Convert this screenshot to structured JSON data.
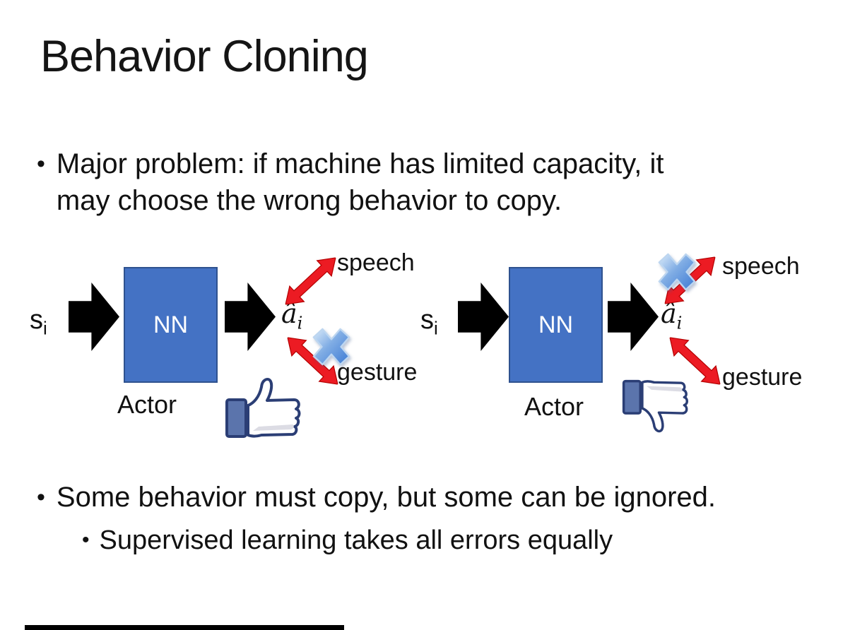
{
  "slide": {
    "title": "Behavior Cloning",
    "bullets": {
      "bullet_char": "•",
      "b1_line1": "Major problem: if machine has limited capacity, it",
      "b1_line2": "may choose the wrong behavior to copy.",
      "b2": "Some behavior must copy, but some can be ignored.",
      "b2_sub": "Supervised learning takes all errors equally"
    }
  },
  "diagram": {
    "left": {
      "input_base": "s",
      "input_sub": "i",
      "nn_label": "NN",
      "actor_label": "Actor",
      "output_base": "â",
      "output_sub": "i",
      "speech_label": "speech",
      "gesture_label": "gesture",
      "crossed_out": "gesture",
      "feedback_icon": "thumbs-up"
    },
    "right": {
      "input_base": "s",
      "input_sub": "i",
      "nn_label": "NN",
      "actor_label": "Actor",
      "output_base": "â",
      "output_sub": "i",
      "speech_label": "speech",
      "gesture_label": "gesture",
      "crossed_out": "speech",
      "feedback_icon": "thumbs-down"
    }
  },
  "colors": {
    "nn_box_fill": "#4472C4",
    "nn_box_border": "#2F528F",
    "arrow_black": "#000000",
    "arrow_red": "#EC1B23",
    "arrow_red_edge": "#B30000",
    "cross_blue_light": "#DCEBFA",
    "cross_blue_dark": "#3C7AD4",
    "thumb_outline": "#2B3E75",
    "thumb_cuff": "#5B74AC"
  }
}
